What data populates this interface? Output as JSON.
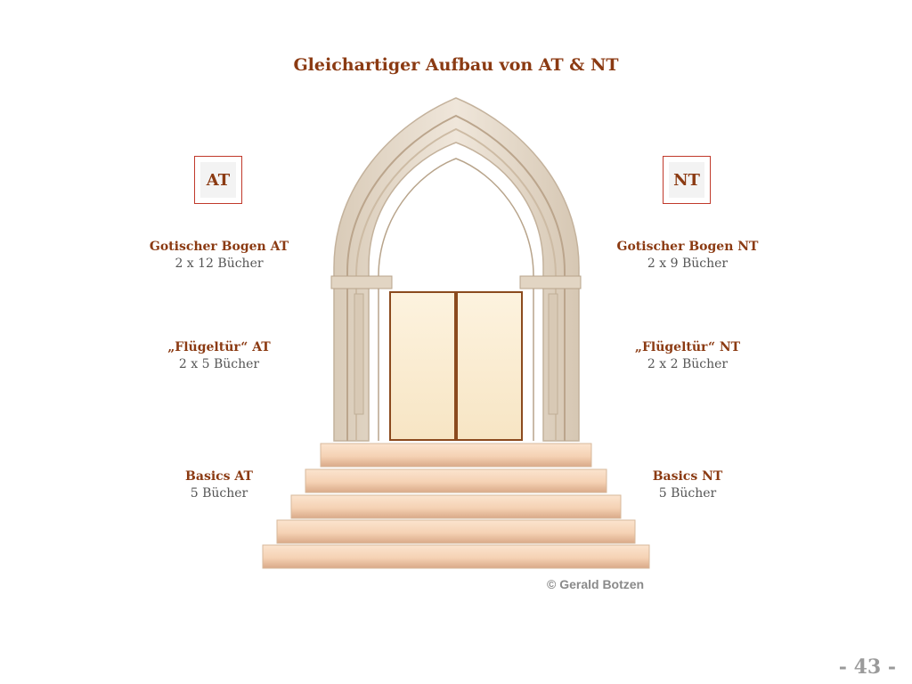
{
  "slide": {
    "title": "Gleichartiger Aufbau von AT & NT",
    "page_number": "- 43 -",
    "copyright": "© Gerald Botzen"
  },
  "left": {
    "box_label": "AT",
    "arch": {
      "heading": "Gotischer Bogen AT",
      "sub": "2 x 12 Bücher"
    },
    "door": {
      "heading": "„Flügeltür“ AT",
      "sub": "2 x 5 Bücher"
    },
    "basics": {
      "heading": "Basics AT",
      "sub": "5 Bücher"
    }
  },
  "right": {
    "box_label": "NT",
    "arch": {
      "heading": "Gotischer Bogen NT",
      "sub": "2 x 9 Bücher"
    },
    "door": {
      "heading": "„Flügeltür“ NT",
      "sub": "2 x 2 Bücher"
    },
    "basics": {
      "heading": "Basics NT",
      "sub": "5 Bücher"
    }
  },
  "colors": {
    "heading": "#8b3a12",
    "box_border": "#c0392b",
    "stone": "#e8ddd0",
    "step": "#f7d9bf",
    "door_panel": "#fbf0d8"
  }
}
